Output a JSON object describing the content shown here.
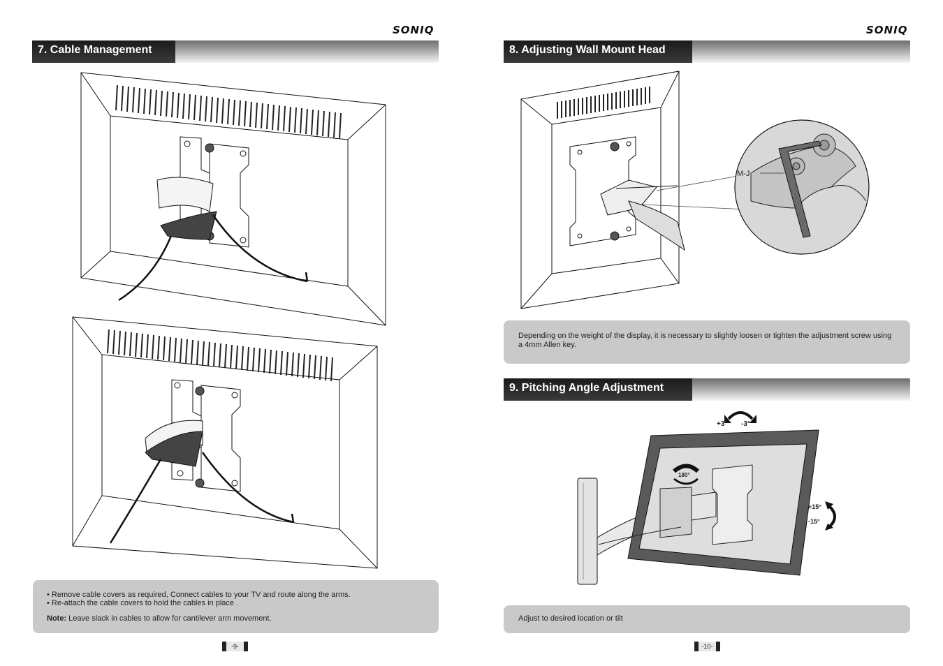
{
  "brand": "SONIQ",
  "left_page": {
    "section_title": "7. Cable Management",
    "bullets": [
      "• Remove cable covers as required, Connect cables to your TV and route along the arms.",
      "• Re-attach the cable covers to hold the cables in place ."
    ],
    "note_label": "Note:",
    "note_text": " Leave slack in cables to allow for cantilever arm movement.",
    "page_number": "-9-"
  },
  "right_page": {
    "section1_title": "8. Adjusting Wall Mount Head",
    "callout_label": "M-J",
    "section1_text": "Depending on the weight of the display, it is necessary to slightly loosen or tighten the adjustment screw using a 4mm Allen key.",
    "section2_title": "9. Pitching Angle Adjustment",
    "angle_plus3": "+3°",
    "angle_minus3": "-3°",
    "angle_180": "180°",
    "angle_plus15": "+15°",
    "angle_minus15": "-15°",
    "section2_text": "Adjust to desired location or tilt",
    "page_number": "-10-"
  }
}
